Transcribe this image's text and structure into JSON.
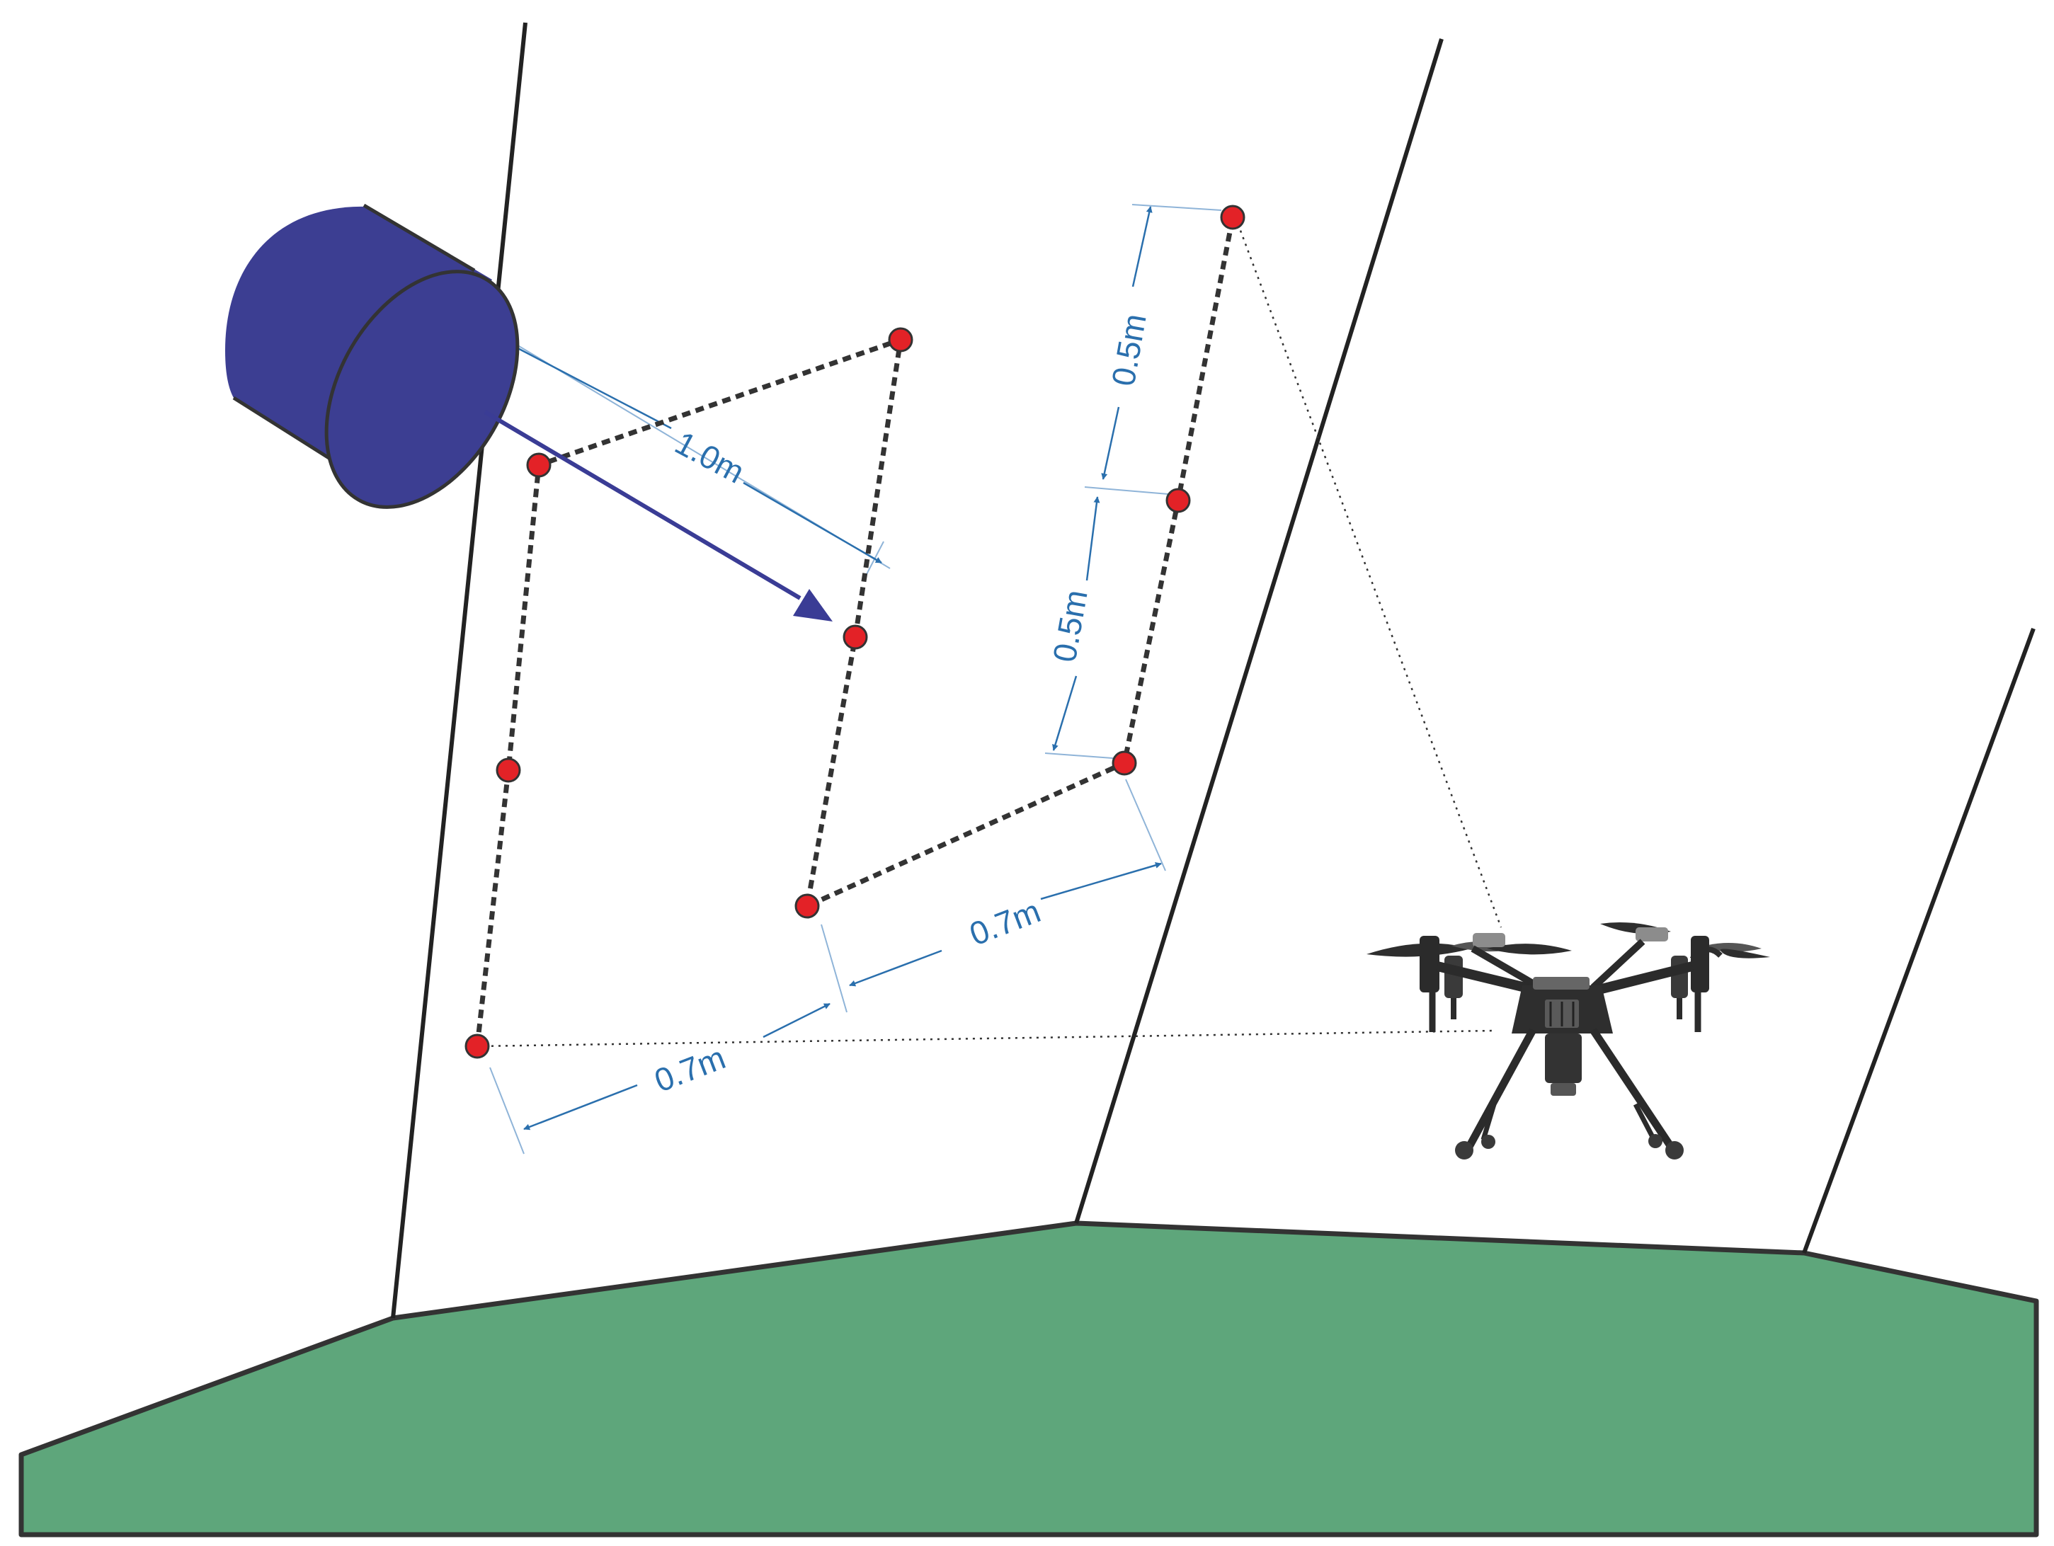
{
  "colors": {
    "ground": "#5ea67b",
    "outline": "#333333",
    "device": "#3c3e92",
    "arrow": "#3a3c95",
    "waypoint": "#e32227",
    "dimension": "#2a6fad",
    "path": "#333333"
  },
  "labels": {
    "dim_1": "1.0m",
    "dim_2": "0.5m",
    "dim_3": "0.5m",
    "dim_4": "0.7m",
    "dim_5": "0.7m"
  },
  "icons": {
    "device": "cylinder-device-icon",
    "drone": "quadcopter-drone-icon"
  }
}
